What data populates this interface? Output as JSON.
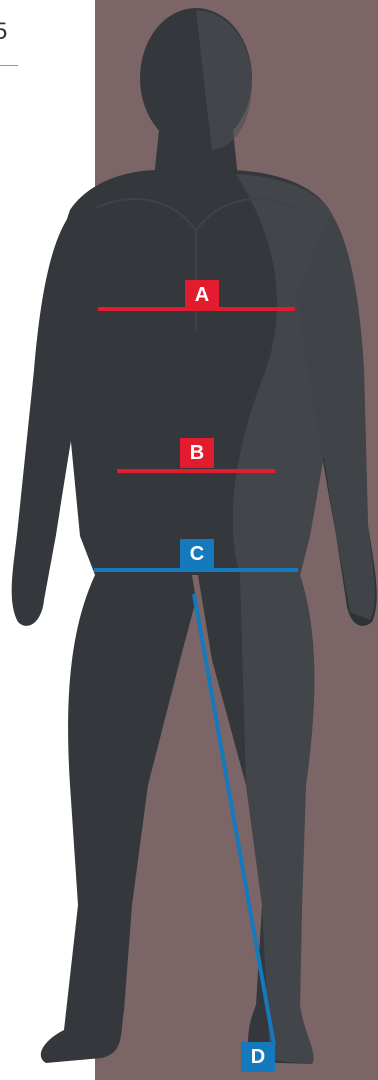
{
  "corner": {
    "text": "5"
  },
  "colors": {
    "background_panel": "#7b6566",
    "body_dark": "#33363a",
    "body_shadow": "#4b4e52",
    "marker_red": "#e31b2f",
    "marker_blue": "#1479bd"
  },
  "markers": {
    "a": {
      "label": "A",
      "color": "red"
    },
    "b": {
      "label": "B",
      "color": "red"
    },
    "c": {
      "label": "C",
      "color": "blue"
    },
    "d": {
      "label": "D",
      "color": "blue"
    }
  }
}
